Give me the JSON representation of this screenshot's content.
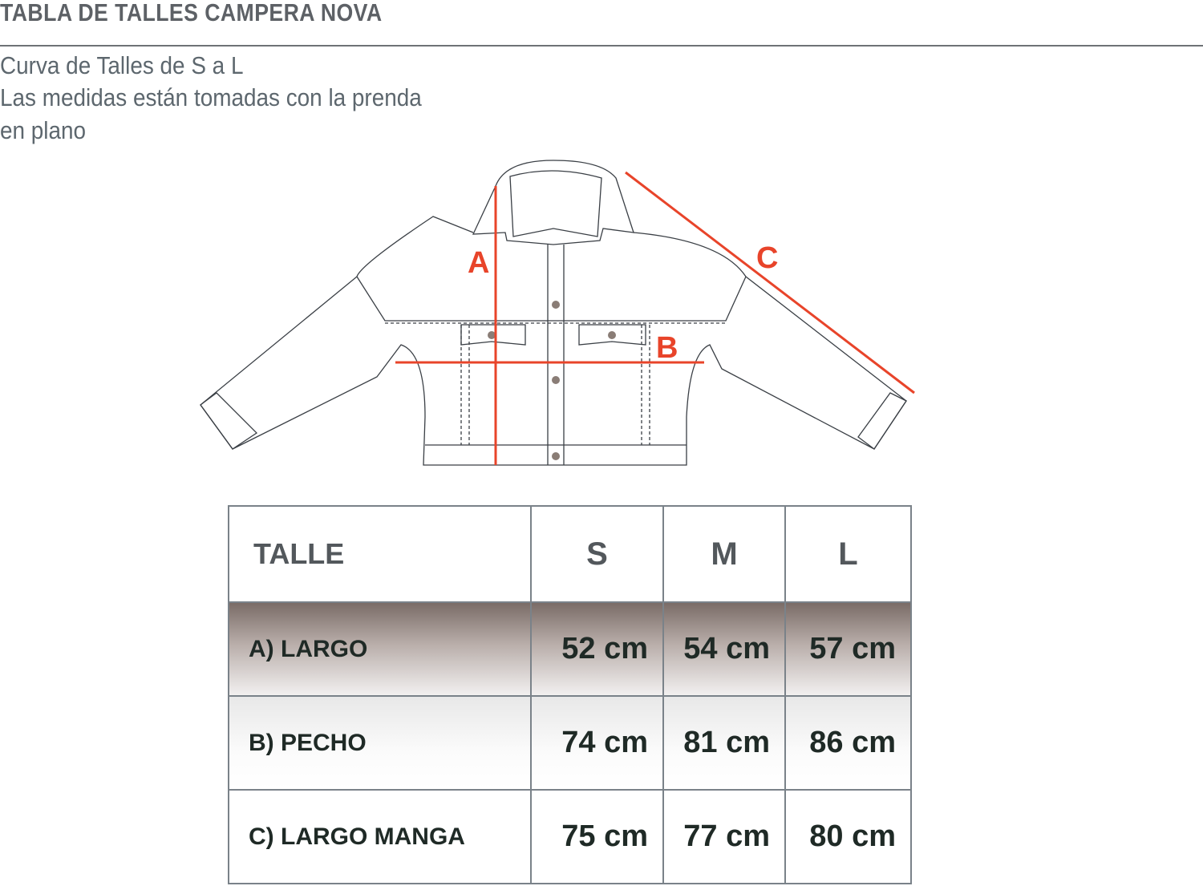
{
  "header": {
    "title": "TABLA DE TALLES CAMPERA NOVA",
    "subtitle_lines": [
      "Curva de Talles de S a L",
      "Las medidas están tomadas con la prenda",
      "en plano"
    ]
  },
  "diagram": {
    "labels": {
      "a": "A",
      "b": "B",
      "c": "C"
    },
    "measure_color": "#e8442a"
  },
  "size_table": {
    "header": {
      "label": "TALLE",
      "sizes": [
        "S",
        "M",
        "L"
      ]
    },
    "rows": [
      {
        "label": "A) LARGO",
        "values": [
          "52 cm",
          "54 cm",
          "57 cm"
        ]
      },
      {
        "label": "B) PECHO",
        "values": [
          "74 cm",
          "81 cm",
          "86 cm"
        ]
      },
      {
        "label": "C) LARGO MANGA",
        "values": [
          "75 cm",
          "77 cm",
          "80 cm"
        ]
      }
    ]
  }
}
